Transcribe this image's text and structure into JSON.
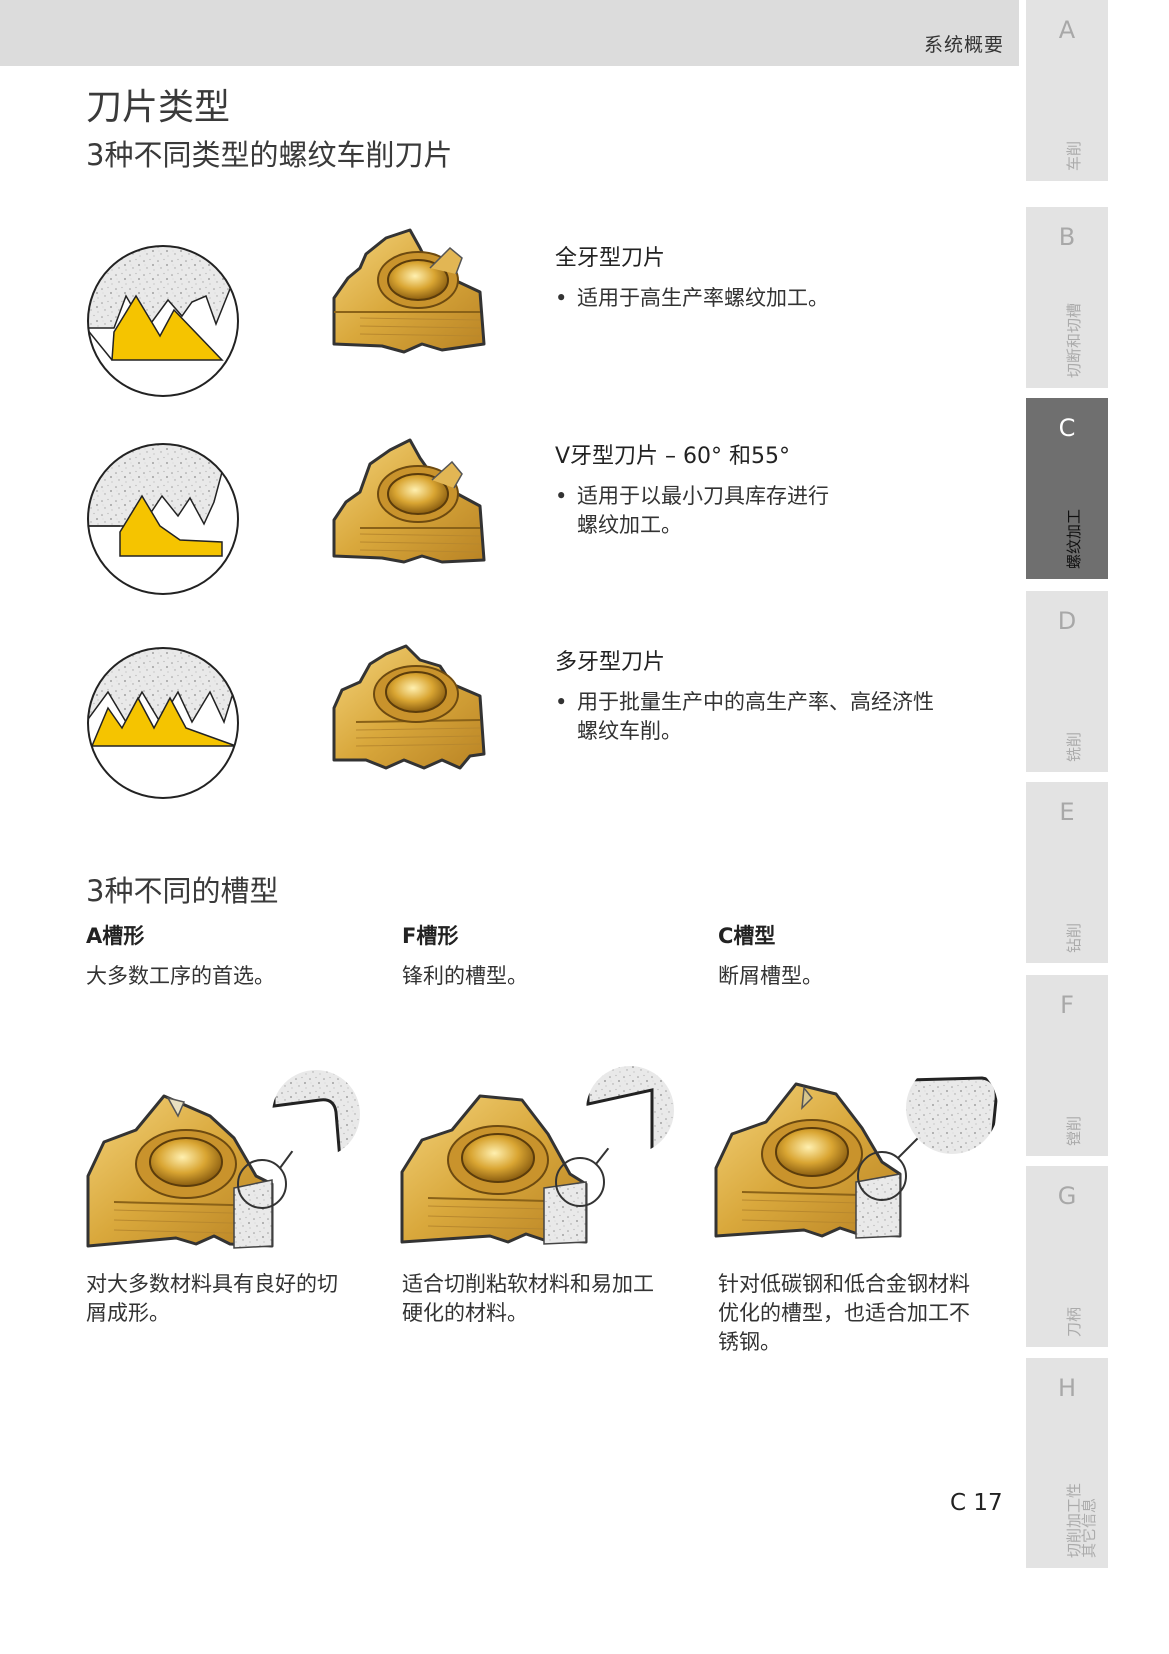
{
  "header": {
    "title": "系统概要"
  },
  "sidebar": {
    "tabs": [
      {
        "letter": "A",
        "label": "车削",
        "active": false
      },
      {
        "letter": "B",
        "label": "切断和切槽",
        "active": false
      },
      {
        "letter": "C",
        "label": "螺纹加工",
        "active": true
      },
      {
        "letter": "D",
        "label": "铣削",
        "active": false
      },
      {
        "letter": "E",
        "label": "钻削",
        "active": false
      },
      {
        "letter": "F",
        "label": "镗削",
        "active": false
      },
      {
        "letter": "G",
        "label": "刀柄",
        "active": false
      },
      {
        "letter": "H",
        "label": "切削加工性\n其它信息",
        "active": false
      }
    ]
  },
  "page": {
    "title": "刀片类型",
    "subtitle": "3种不同类型的螺纹车削刀片",
    "insert_types": [
      {
        "heading": "全牙型刀片",
        "bullet": "•",
        "desc": "适用于高生产率螺纹加工。"
      },
      {
        "heading": "V牙型刀片 – 60° 和55°",
        "bullet": "•",
        "desc": "适用于以最小刀具库存进行\n螺纹加工。"
      },
      {
        "heading": "多牙型刀片",
        "bullet": "•",
        "desc": "用于批量生产中的高生产率、高经济性\n螺纹车削。"
      }
    ],
    "section2_title": "3种不同的槽型",
    "geometries": [
      {
        "heading": "A槽形",
        "desc": "大多数工序的首选。",
        "footer": "对大多数材料具有良好的切\n屑成形。"
      },
      {
        "heading": "F槽形",
        "desc": "锋利的槽型。",
        "footer": "适合切削粘软材料和易加工\n硬化的材料。"
      },
      {
        "heading": "C槽型",
        "desc": "断屑槽型。",
        "footer": "针对低碳钢和低合金钢材料\n优化的槽型，也适合加工不\n锈钢。"
      }
    ],
    "page_number": "C 17"
  },
  "colors": {
    "gold": "#d8a93a",
    "yellow": "#f5c400",
    "header_gray": "#dcdcdc",
    "tab_active": "#6f6f6f"
  }
}
